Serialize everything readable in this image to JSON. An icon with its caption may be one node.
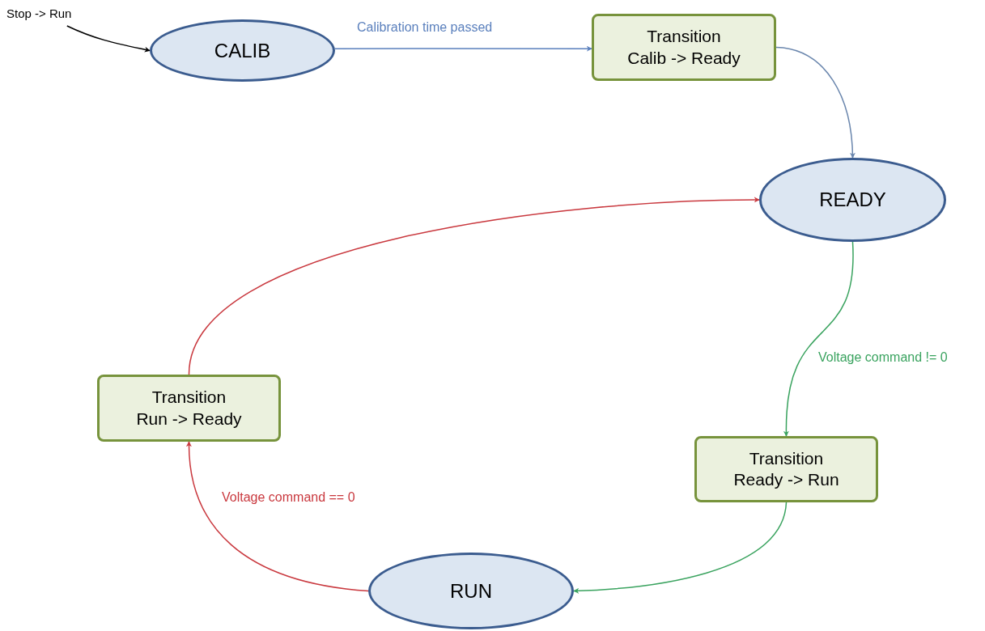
{
  "diagram": {
    "nodes": [
      {
        "text": [
          "Stop -> Run"
        ]
      },
      {
        "text": [
          "CALIB"
        ]
      },
      {
        "text": [
          "Transition",
          "Calib -> Ready"
        ]
      },
      {
        "text": [
          "READY"
        ]
      },
      {
        "text": [
          "Transition",
          "Ready -> Run"
        ]
      },
      {
        "text": [
          "RUN"
        ]
      },
      {
        "text": [
          "Transition",
          "Run -> Ready"
        ]
      }
    ],
    "edges": [
      {
        "from": 0,
        "to": 1,
        "arrow": "to",
        "color": "#000000"
      },
      {
        "from": 1,
        "to": 2,
        "arrow": "to",
        "label": "Calibration time passed",
        "color": "#5b80bd"
      },
      {
        "from": 2,
        "to": 3,
        "arrow": "to",
        "color": "#6a86ad"
      },
      {
        "from": 3,
        "to": 4,
        "arrow": "to",
        "label": "Voltage command != 0",
        "color": "#3aa35f"
      },
      {
        "from": 4,
        "to": 5,
        "arrow": "to",
        "color": "#3aa35f"
      },
      {
        "from": 5,
        "to": 6,
        "arrow": "to",
        "label": "Voltage command == 0",
        "color": "#c9383e"
      },
      {
        "from": 6,
        "to": 3,
        "arrow": "to",
        "color": "#c9383e"
      }
    ]
  }
}
